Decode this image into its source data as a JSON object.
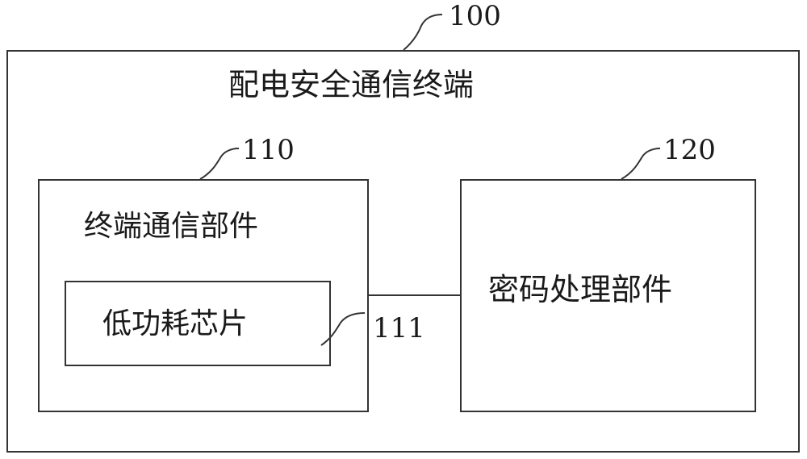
{
  "diagram": {
    "outer": {
      "title": "配电安全通信终端",
      "ref": "100"
    },
    "comm": {
      "title": "终端通信部件",
      "ref": "110"
    },
    "chip": {
      "title": "低功耗芯片",
      "ref": "111"
    },
    "crypto": {
      "title": "密码处理部件",
      "ref": "120"
    }
  },
  "colors": {
    "line": "#333333",
    "text": "#1a1a1a",
    "background": "#ffffff"
  }
}
